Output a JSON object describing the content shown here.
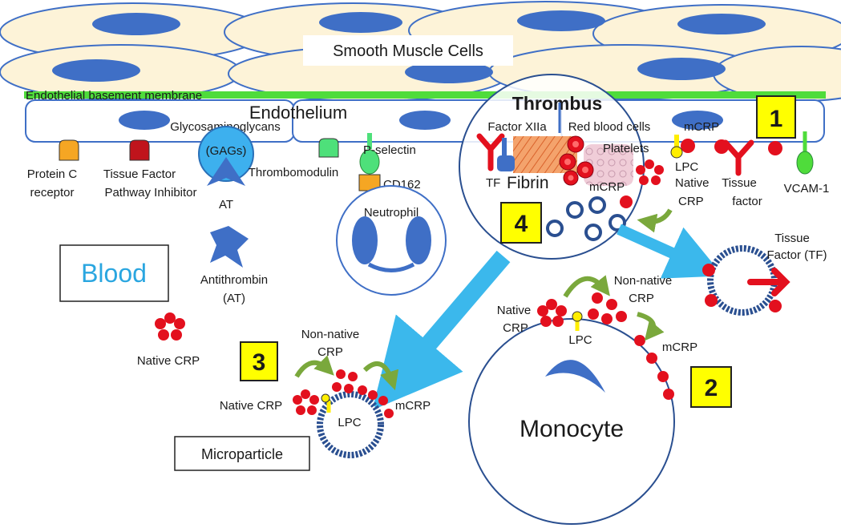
{
  "labels": {
    "smooth_muscle": "Smooth Muscle Cells",
    "basement_membrane": "Endothelial basement membrane",
    "endothelium": "Endothelium",
    "thrombus": "Thrombus",
    "gags_line1": "Glycosaminoglycans",
    "gags_line2": "(GAGs)",
    "protein_c_1": "Protein C",
    "protein_c_2": "receptor",
    "tfpi_1": "Tissue Factor",
    "tfpi_2": "Pathway Inhibitor",
    "at": "AT",
    "thrombomodulin": "Thrombomodulin",
    "p_selectin": "P-selectin",
    "cd162": "CD162",
    "neutrophil": "Neutrophil",
    "factor_xiia": "Factor XIIa",
    "red_blood_cells": "Red blood cells",
    "tf_small": "TF",
    "platelets": "Platelets",
    "fibrin": "Fibrin",
    "mcrp_top": "mCRP",
    "mcrp_thrombus": "mCRP",
    "lpc_top": "LPC",
    "native_top_1": "Native",
    "native_top_2": "CRP",
    "tissue_factor_1": "Tissue",
    "tissue_factor_2": "factor",
    "vcam": "VCAM-1",
    "blood": "Blood",
    "antithrombin_1": "Antithrombin",
    "antithrombin_2": "(AT)",
    "native_crp_free": "Native CRP",
    "tf_micro_1": "Tissue",
    "tf_micro_2": "Factor (TF)",
    "nonnative_mono_1": "Non-native",
    "nonnative_mono_2": "CRP",
    "native_mono_1": "Native",
    "native_mono_2": "CRP",
    "lpc_mono": "LPC",
    "mcrp_mono": "mCRP",
    "monocyte": "Monocyte",
    "nonnative_micro_1": "Non-native",
    "nonnative_micro_2": "CRP",
    "native_micro": "Native CRP",
    "lpc_micro": "LPC",
    "mcrp_micro": "mCRP",
    "microparticle": "Microparticle",
    "step1": "1",
    "step2": "2",
    "step3": "3",
    "step4": "4"
  },
  "colors": {
    "smooth_muscle_fill": "#fdf3d8",
    "nucleus": "#3f6fc6",
    "basement_membrane": "#4fdc3b",
    "crp_red": "#e3101e",
    "arrow_cyan": "#3bb8ec",
    "arrow_green": "#8bb84a",
    "step_box": "#ffff00",
    "blood_text": "#2aa6e0",
    "protein_c": "#f5a623",
    "tfpi": "#c0141c",
    "thrombomodulin": "#4ee07a",
    "lpc_yellow": "#ffee00"
  }
}
